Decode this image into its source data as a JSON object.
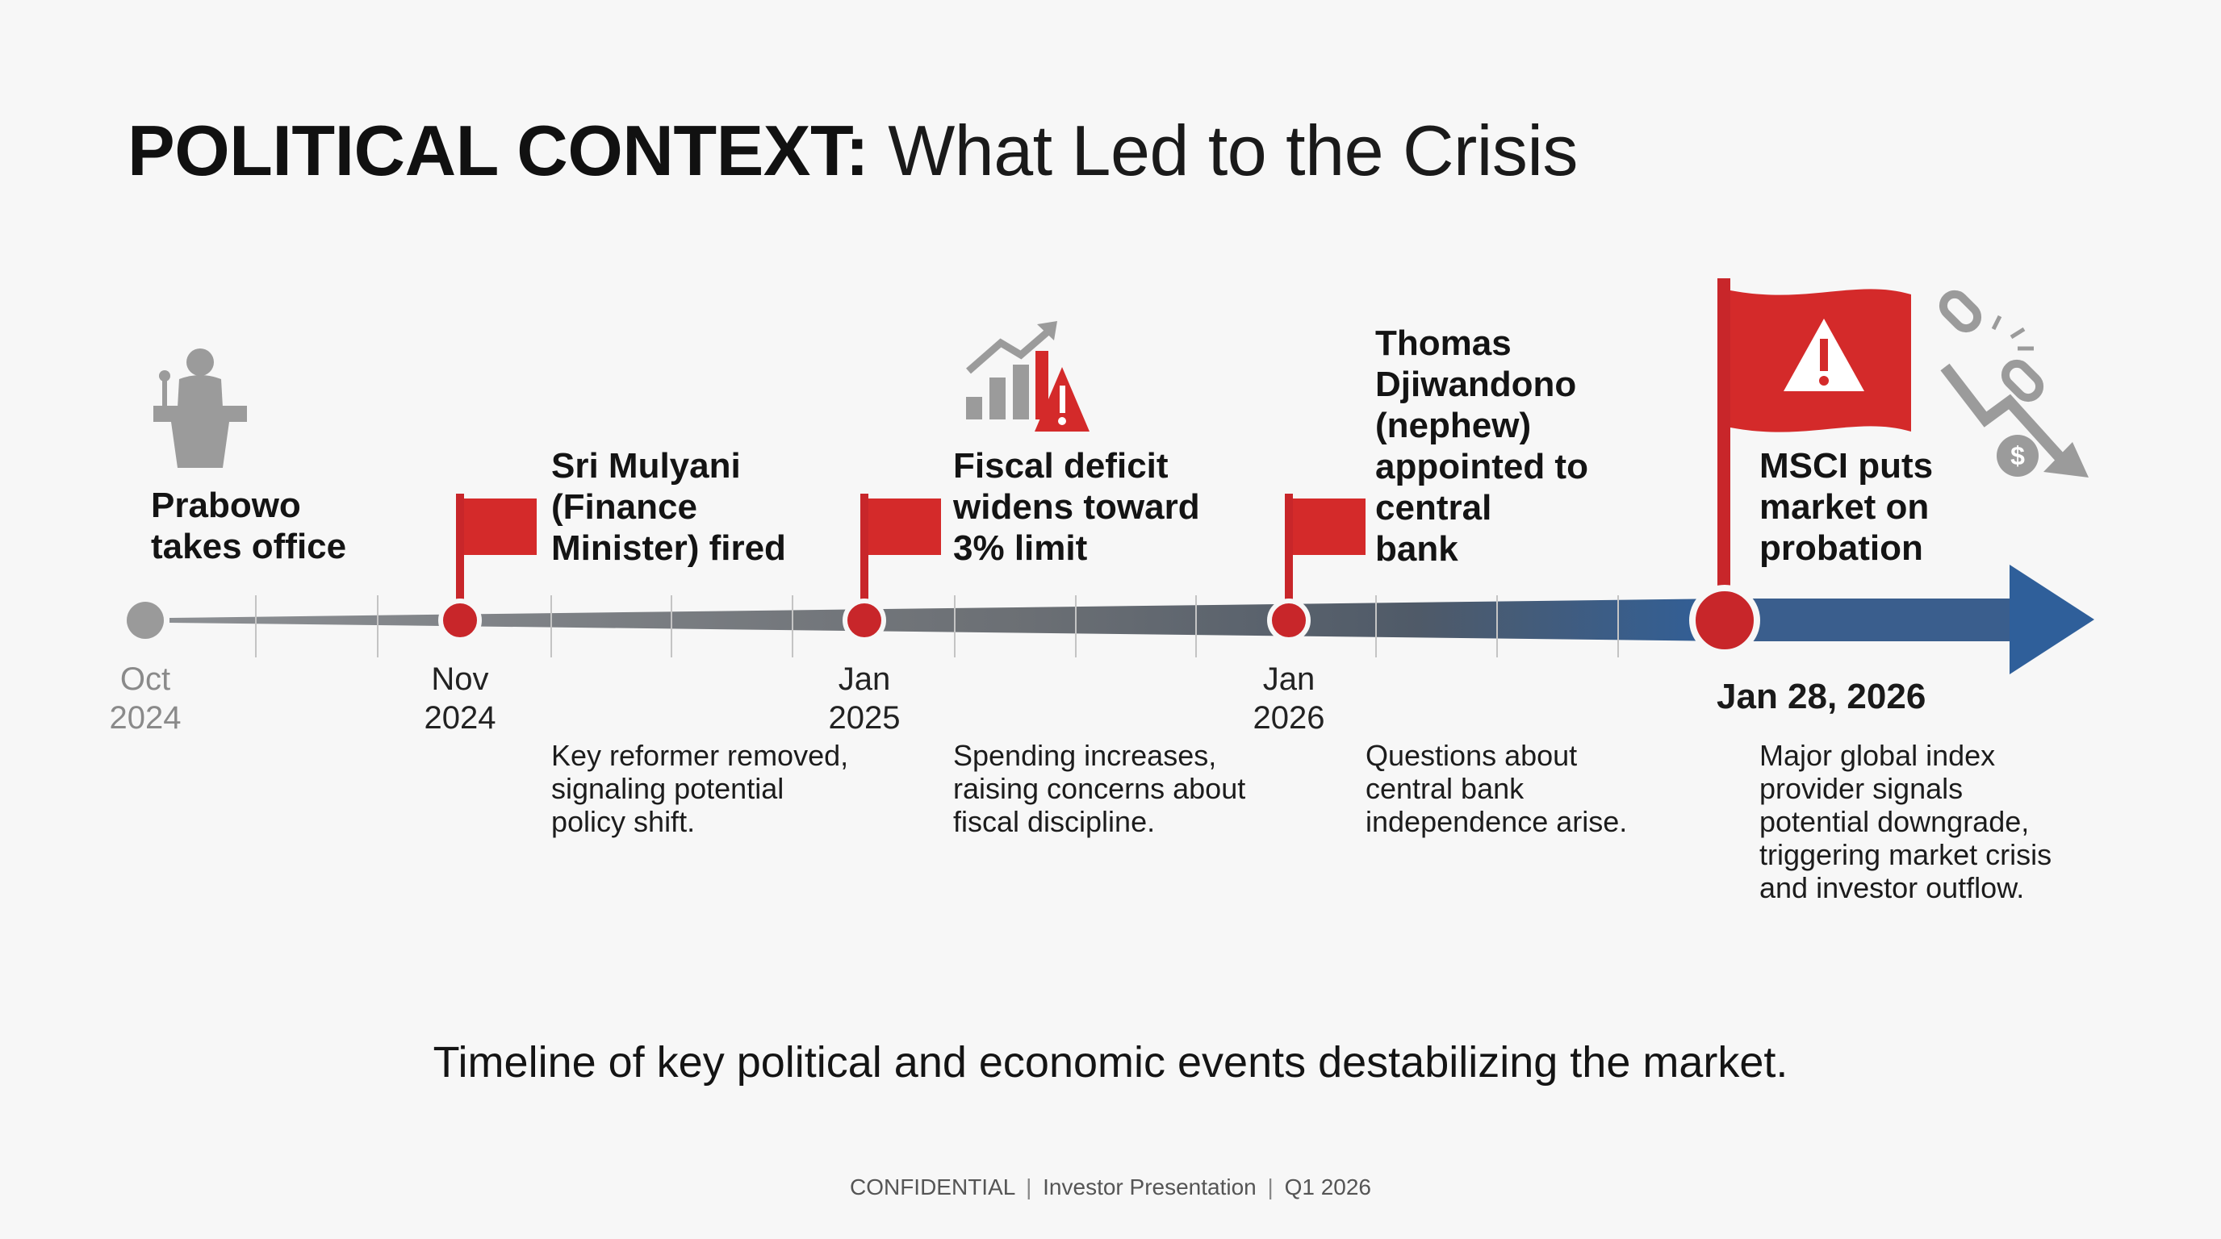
{
  "title": {
    "bold": "POLITICAL CONTEXT:",
    "light": "What Led to the Crisis"
  },
  "events": [
    {
      "date_line1": "Oct",
      "date_line2": "2024",
      "title_lines": [
        "Prabowo",
        "takes office"
      ],
      "desc_lines": []
    },
    {
      "date_line1": "Nov",
      "date_line2": "2024",
      "title_lines": [
        "Sri Mulyani",
        "(Finance",
        "Minister) fired"
      ],
      "desc_lines": [
        "Key reformer removed,",
        "signaling potential",
        "policy shift."
      ]
    },
    {
      "date_line1": "Jan",
      "date_line2": "2025",
      "title_lines": [
        "Fiscal deficit",
        "widens toward",
        "3% limit"
      ],
      "desc_lines": [
        "Spending increases,",
        "raising concerns about",
        "fiscal discipline."
      ]
    },
    {
      "date_line1": "Jan",
      "date_line2": "2026",
      "title_lines": [
        "Thomas",
        "Djiwandono",
        "(nephew)",
        "appointed to",
        "central",
        "bank"
      ],
      "desc_lines": [
        "Questions about",
        "central bank",
        "independence arise."
      ]
    },
    {
      "date": "Jan 28, 2026",
      "title_lines": [
        "MSCI puts",
        "market on",
        "probation"
      ],
      "desc_lines": [
        "Major global index",
        "provider signals",
        "potential downgrade,",
        "triggering market crisis",
        "and investor outflow."
      ]
    }
  ],
  "caption": "Timeline of key political and economic events destabilizing the market.",
  "footer": {
    "part1": "CONFIDENTIAL",
    "separator1": "|",
    "part2": "Investor Presentation",
    "separator2": "|",
    "part3": "Q1 2026"
  },
  "colors": {
    "flag_red": "#d42a2a",
    "arrow_blue": "#2f5f9a",
    "line_grey": "#6b6f74",
    "marker_grey": "#9a9a9a",
    "icon_grey": "#9b9b9b"
  },
  "icons": [
    "podium-speaker-icon",
    "flag-icon",
    "bar-chart-warning-icon",
    "warning-flag-icon",
    "broken-chain-dollar-down-icon"
  ]
}
